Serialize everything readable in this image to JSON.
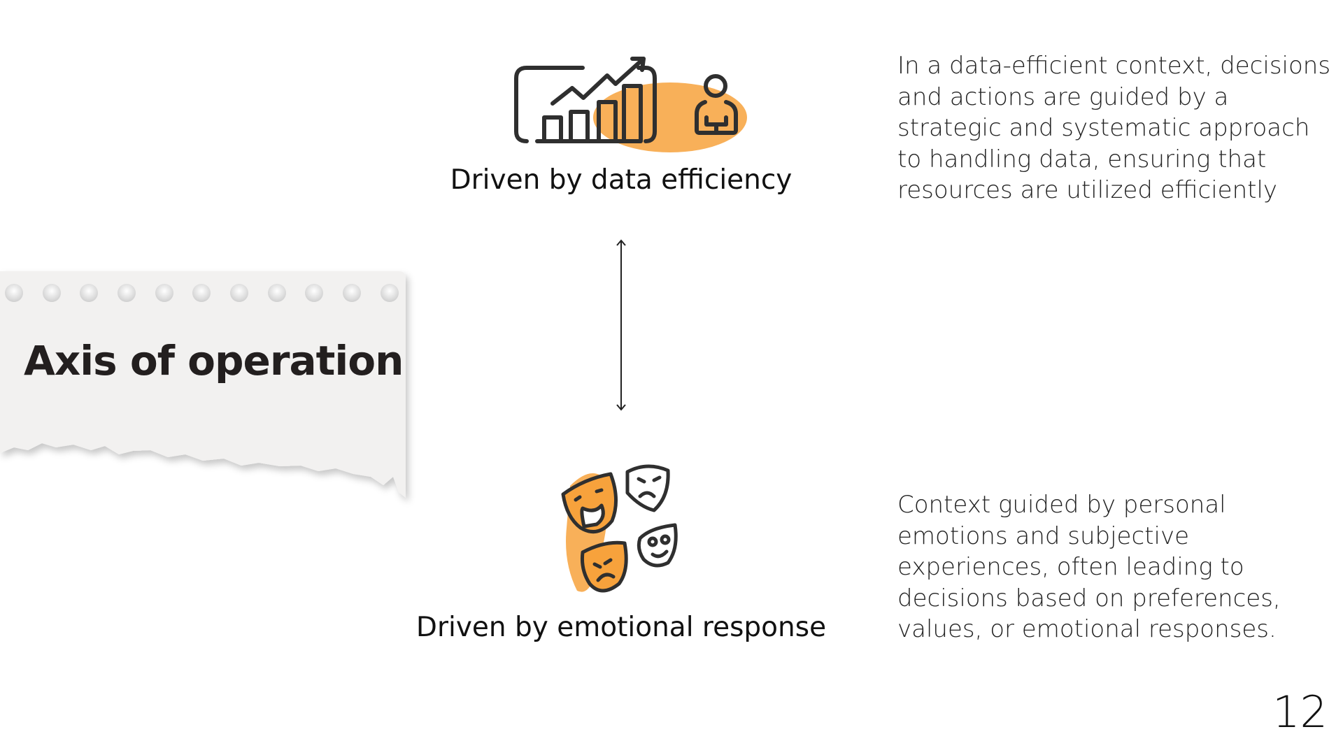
{
  "slide": {
    "title": "Axis of operation",
    "top_item": {
      "label": "Driven by data efficiency",
      "description": "In a data-efficient context, decisions and actions are guided by a strategic and systematic approach to handling data, ensuring that resources are utilized efficiently",
      "icon": "chart-growth-person-icon"
    },
    "bottom_item": {
      "label": "Driven by emotional response",
      "description": "Context guided by personal emotions and subjective experiences, often leading to decisions based on preferences, values, or emotional responses.",
      "icon": "theater-masks-icon"
    },
    "page_number": "12",
    "colors": {
      "accent": "#f7a23c",
      "paper": "#f2f1f0",
      "text": "#1e1c1c"
    }
  }
}
